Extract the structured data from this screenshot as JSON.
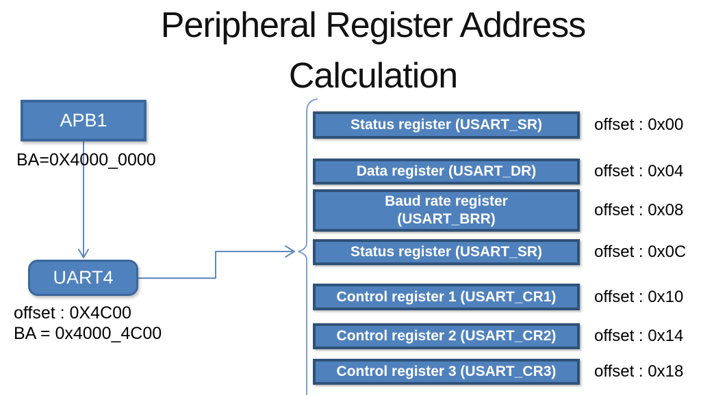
{
  "title": {
    "line1": "Peripheral Register Address",
    "line2": "Calculation"
  },
  "bus": {
    "label": "APB1",
    "base_address": "BA=0X4000_0000"
  },
  "peripheral": {
    "label": "UART4",
    "offset": "offset : 0X4C00",
    "base_address": "BA = 0x4000_4C00"
  },
  "registers": [
    {
      "label": "Status register (USART_SR)",
      "offset": "offset : 0x00"
    },
    {
      "label": "Data register (USART_DR)",
      "offset": "offset : 0x04"
    },
    {
      "label": "Baud rate register (USART_BRR)",
      "label_line1": "Baud rate register",
      "label_line2": "(USART_BRR)",
      "offset": "offset : 0x08"
    },
    {
      "label": "Status register (USART_SR)",
      "offset": "offset : 0x0C"
    },
    {
      "label": "Control register 1 (USART_CR1)",
      "offset": "offset : 0x10"
    },
    {
      "label": "Control register 2 (USART_CR2)",
      "offset": "offset : 0x14"
    },
    {
      "label": "Control register 3 (USART_CR3)",
      "offset": "offset : 0x18"
    }
  ],
  "colors": {
    "box_fill": "#4F81BD",
    "node_border": "#3A679C",
    "register_border": "#2F5277",
    "connector": "#5E88BF",
    "brace": "#7FA0CE",
    "text_on_box": "#FFFFFF",
    "text": "#000000",
    "background": "#FFFFFF"
  }
}
